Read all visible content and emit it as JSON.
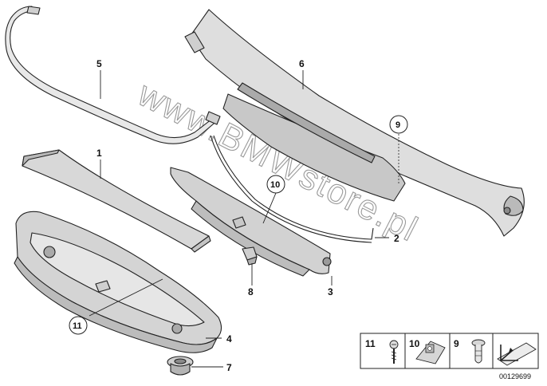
{
  "watermark": "www.BMWstore.pl",
  "document_number": "00129699",
  "callouts": {
    "p1": "1",
    "p2": "2",
    "p3": "3",
    "p4": "4",
    "p5": "5",
    "p6": "6",
    "p7": "7",
    "p8": "8",
    "p9": "9",
    "p10": "10",
    "p11": "11"
  },
  "legend": {
    "item11": "11",
    "item10": "10",
    "item9": "9"
  }
}
